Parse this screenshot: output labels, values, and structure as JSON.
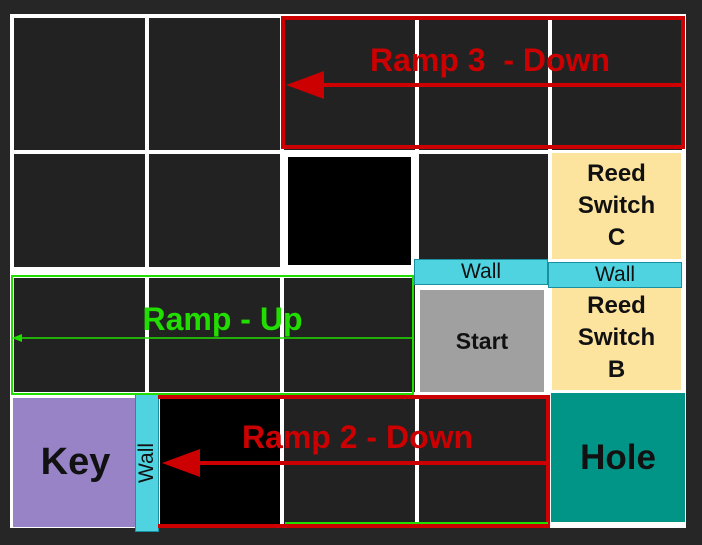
{
  "colors": {
    "background": "#262626",
    "grid_lines": "#ffffff",
    "cell_fill": "#222222",
    "blocked_cell": "#000000",
    "start": "#a0a0a0",
    "reed_switch": "#fce39e",
    "key": "#9783c6",
    "hole": "#009587",
    "wall": "#4fd3e1",
    "ramp_down": "#cc0000",
    "ramp_up": "#22dd00"
  },
  "tiles": {
    "reed_c": "Reed\nSwitch\nC",
    "reed_b": "Reed\nSwitch\nB",
    "start": "Start",
    "key": "Key",
    "hole": "Hole"
  },
  "walls": {
    "top_middle": "Wall",
    "top_right": "Wall",
    "left_vertical": "Wall"
  },
  "ramps": {
    "ramp3": "Ramp 3  - Down",
    "ramp_up": "Ramp - Up",
    "ramp2": "Ramp 2 - Down"
  }
}
